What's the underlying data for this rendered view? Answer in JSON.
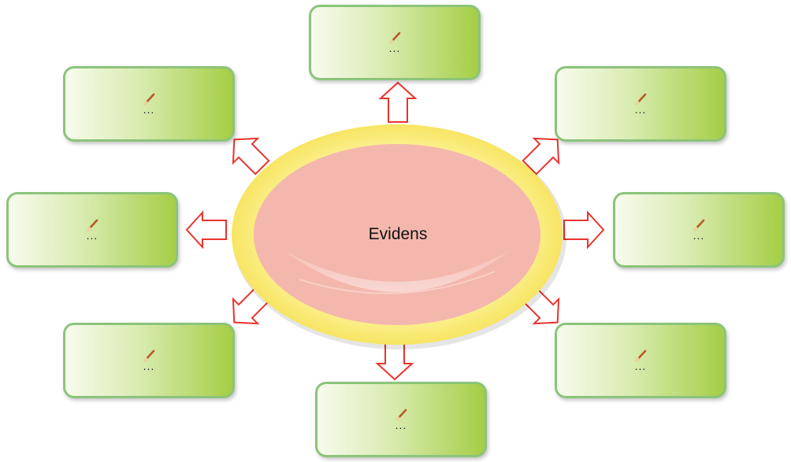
{
  "center": {
    "label": "Evidens"
  },
  "nodes": [
    {
      "id": "top",
      "text": "..."
    },
    {
      "id": "top-right",
      "text": "..."
    },
    {
      "id": "right",
      "text": "..."
    },
    {
      "id": "bottom-right",
      "text": "..."
    },
    {
      "id": "bottom",
      "text": "..."
    },
    {
      "id": "bottom-left",
      "text": "..."
    },
    {
      "id": "left",
      "text": "..."
    },
    {
      "id": "top-left",
      "text": "..."
    }
  ],
  "icons": {
    "node_icon": "pen-icon",
    "connector": "arrow-icon"
  },
  "colors": {
    "node_border": "#8bc47a",
    "node_gradient_light": "#f7fbee",
    "node_gradient_dark": "#a5ce45",
    "ellipse_ring": "#fbee86",
    "ellipse_fill": "#f4b7ad",
    "arrow_stroke": "#e8342e",
    "arrow_fill": "#ffffff"
  }
}
